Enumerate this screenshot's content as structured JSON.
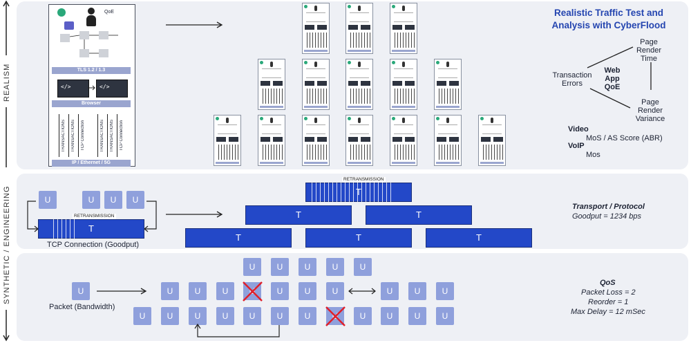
{
  "axes": {
    "realism": "REALISM",
    "synthetic": "SYNTHETIC / ENGINEERING"
  },
  "device": {
    "qoe": "QoE",
    "tls": "TLS 1.2 / 1.3",
    "browser": "Browser",
    "transactions": "TRANSACTIONS",
    "tcp_connection": "TCP Connection",
    "network": "IP / Ethernet / 5G"
  },
  "title": "Realistic Traffic Test and Analysis with CyberFlood",
  "metrics": {
    "page_render_time": [
      "Page",
      "Render",
      "Time"
    ],
    "transaction_errors": [
      "Transaction",
      "Errors"
    ],
    "web_app_qoe": [
      "Web",
      "App",
      "QoE"
    ],
    "page_render_variance": [
      "Page",
      "Render",
      "Variance"
    ],
    "video_label": "Video",
    "video_value": "MoS / AS Score (ABR)",
    "voip_label": "VoIP",
    "voip_value": "Mos"
  },
  "transport": {
    "u_label": "U",
    "t_label": "T",
    "retransmission": "RETRANSMISSION",
    "tcp_goodput": "TCP Connection (Goodput)",
    "title": "Transport / Protocol",
    "goodput": "Goodput = 1234 bps"
  },
  "qos": {
    "packet": "Packet (Bandwidth)",
    "title": "QoS",
    "packet_loss": "Packet Loss = 2",
    "reorder": "Reorder = 1",
    "max_delay": "Max Delay = 12 mSec"
  },
  "colors": {
    "accent": "#2445b0",
    "t_bar": "#2348c8",
    "u_box": "#8fa0dc",
    "loss_x": "#e0202a"
  }
}
